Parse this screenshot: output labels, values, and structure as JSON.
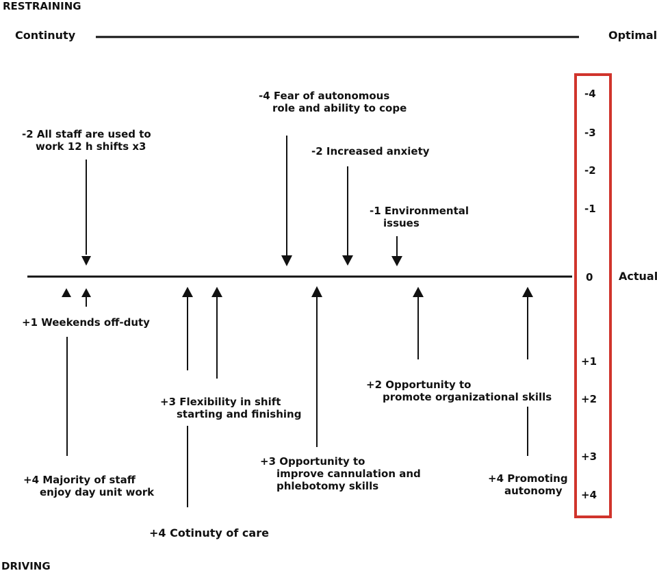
{
  "header": {
    "restraining": "RESTRAINING",
    "continuity": "Continuty",
    "optimal": "Optimal"
  },
  "footer": {
    "driving": "DRIVING"
  },
  "status": {
    "actual": "Actual"
  },
  "scale": {
    "ticks": [
      "-4",
      "-3",
      "-2",
      "-1",
      "0",
      "+1",
      "+2",
      "+3",
      "+4"
    ],
    "box_color": "#d0342c"
  },
  "restraining_forces": [
    {
      "line1": "-2 All staff are used to",
      "line2": "work 12 h shifts x3"
    },
    {
      "line1": "-4 Fear of autonomous",
      "line2": "role and ability to cope"
    },
    {
      "line1": "-2 Increased anxiety",
      "line2": ""
    },
    {
      "line1": "-1 Environmental",
      "line2": "issues"
    }
  ],
  "driving_forces": [
    {
      "line1": "+1 Weekends off-duty",
      "line2": ""
    },
    {
      "line1": "+4 Majority of staff",
      "line2": "enjoy day unit work"
    },
    {
      "line1": "+4 Cotinuty of care",
      "line2": ""
    },
    {
      "line1": "+3 Flexibility in shift",
      "line2": "starting and finishing"
    },
    {
      "line1": "+3 Opportunity to",
      "line2": "improve cannulation and",
      "line3": "phlebotomy skills"
    },
    {
      "line1": "+2 Opportunity to",
      "line2": "promote organizational skills"
    },
    {
      "line1": "+4 Promoting",
      "line2": "autonomy"
    }
  ]
}
